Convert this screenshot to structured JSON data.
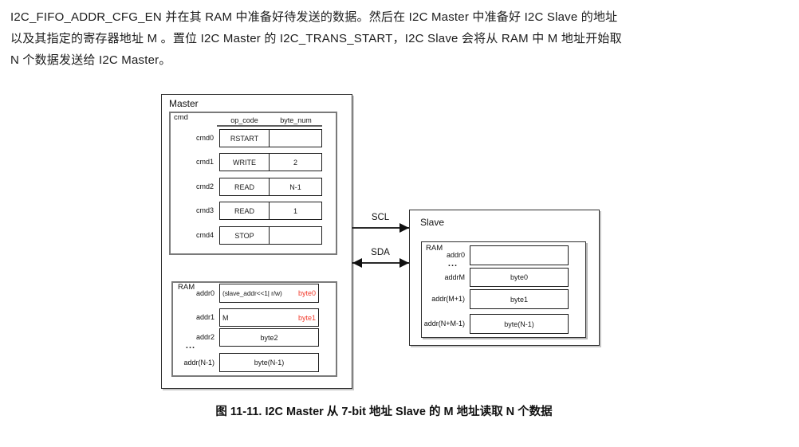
{
  "paragraph": {
    "lines": [
      "I2C_FIFO_ADDR_CFG_EN 并在其 RAM 中准备好待发送的数据。然后在 I2C Master 中准备好 I2C Slave 的地址",
      "以及其指定的寄存器地址 M 。置位 I2C Master 的 I2C_TRANS_START，I2C Slave 会将从 RAM 中 M 地址开始取",
      "N 个数据发送给 I2C Master。"
    ]
  },
  "figure": {
    "caption": "图 11-11. I2C Master 从 7-bit 地址 Slave 的 M 地址读取 N 个数据"
  },
  "bus": {
    "scl_label": "SCL",
    "sda_label": "SDA"
  },
  "master": {
    "title": "Master",
    "cmd": {
      "label": "cmd",
      "col_headers": [
        "op_code",
        "byte_num"
      ],
      "rows": [
        {
          "label": "cmd0",
          "op_code": "RSTART",
          "byte_num": ""
        },
        {
          "label": "cmd1",
          "op_code": "WRITE",
          "byte_num": "2"
        },
        {
          "label": "cmd2",
          "op_code": "READ",
          "byte_num": "N-1"
        },
        {
          "label": "cmd3",
          "op_code": "READ",
          "byte_num": "1"
        },
        {
          "label": "cmd4",
          "op_code": "STOP",
          "byte_num": ""
        }
      ]
    },
    "ram": {
      "label": "RAM",
      "ellipsis": "...",
      "rows": [
        {
          "label": "addr0",
          "content_left": "(slave_addr<<1| r/w)",
          "content_right": "byte0"
        },
        {
          "label": "addr1",
          "content_left": "M",
          "content_right": "byte1"
        },
        {
          "label": "addr2",
          "content_center": "byte2"
        },
        {
          "label": "addr(N-1)",
          "content_center": "byte(N-1)"
        }
      ]
    }
  },
  "slave": {
    "title": "Slave",
    "ram": {
      "label": "RAM",
      "ellipsis": "...",
      "rows": [
        {
          "label": "addr0",
          "content": ""
        },
        {
          "label": "addrM",
          "content": "byte0"
        },
        {
          "label": "addr(M+1)",
          "content": "byte1"
        },
        {
          "label": "addr(N+M-1)",
          "content": "byte(N-1)"
        }
      ]
    }
  },
  "colors": {
    "text": "#1a1a1a",
    "highlight_red": "#f23b2c",
    "box_border_dark": "#2e2e2e",
    "box_border_gray": "#7a7a7a"
  }
}
